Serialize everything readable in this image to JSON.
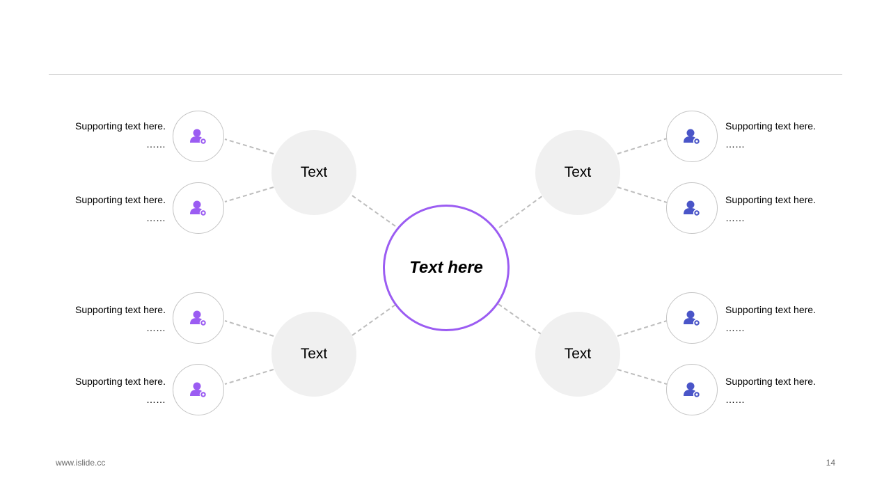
{
  "center": {
    "label": "Text here"
  },
  "hubs": [
    {
      "label": "Text"
    },
    {
      "label": "Text"
    },
    {
      "label": "Text"
    },
    {
      "label": "Text"
    }
  ],
  "notes": [
    {
      "text": "Supporting  text here.",
      "ellipsis": "……"
    },
    {
      "text": "Supporting  text here.",
      "ellipsis": "……"
    },
    {
      "text": "Supporting  text here.",
      "ellipsis": "……"
    },
    {
      "text": "Supporting  text here.",
      "ellipsis": "……"
    },
    {
      "text": "Supporting  text here.",
      "ellipsis": "……"
    },
    {
      "text": "Supporting  text here.",
      "ellipsis": "……"
    },
    {
      "text": "Supporting  text here.",
      "ellipsis": "……"
    },
    {
      "text": "Supporting  text here.",
      "ellipsis": "……"
    }
  ],
  "icons": {
    "left": "user-settings-icon",
    "right": "user-settings-icon"
  },
  "colors": {
    "accent_purple": "#9b5cf2",
    "accent_blue": "#4a55c8",
    "hub_fill": "#f0f0f0",
    "connector": "#bdbdbd"
  },
  "footer": {
    "url": "www.islide.cc",
    "page": "14"
  }
}
